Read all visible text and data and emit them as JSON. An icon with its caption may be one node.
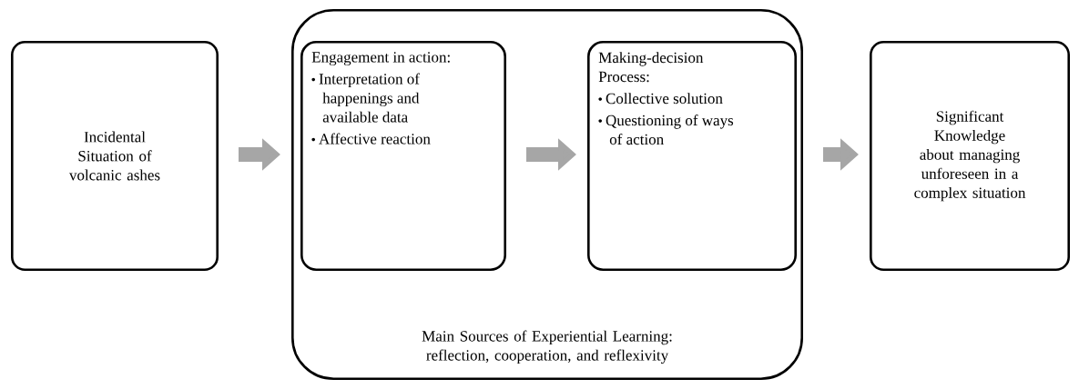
{
  "diagram": {
    "nodes": [
      {
        "text": [
          "Incidental Situation of volcanic ashes"
        ]
      },
      {
        "text": [
          "Main Sources of Experiential Learning: reflection, cooperation, and reflexivity"
        ]
      },
      {
        "text": [
          "Engagement in action:",
          "Interpretation of happenings and available data",
          "Affective reaction"
        ],
        "in": 1
      },
      {
        "text": [
          "Making-decision Process:",
          "Collective solution",
          "Questioning of ways of action"
        ],
        "in": 1
      },
      {
        "text": [
          "Significant Knowledge about managing unforeseen in a complex situation"
        ]
      }
    ],
    "edges": [
      {
        "from": 0,
        "to": 1,
        "arrow": "to"
      },
      {
        "from": 2,
        "to": 3,
        "arrow": "to"
      },
      {
        "from": 1,
        "to": 4,
        "arrow": "to"
      }
    ]
  }
}
